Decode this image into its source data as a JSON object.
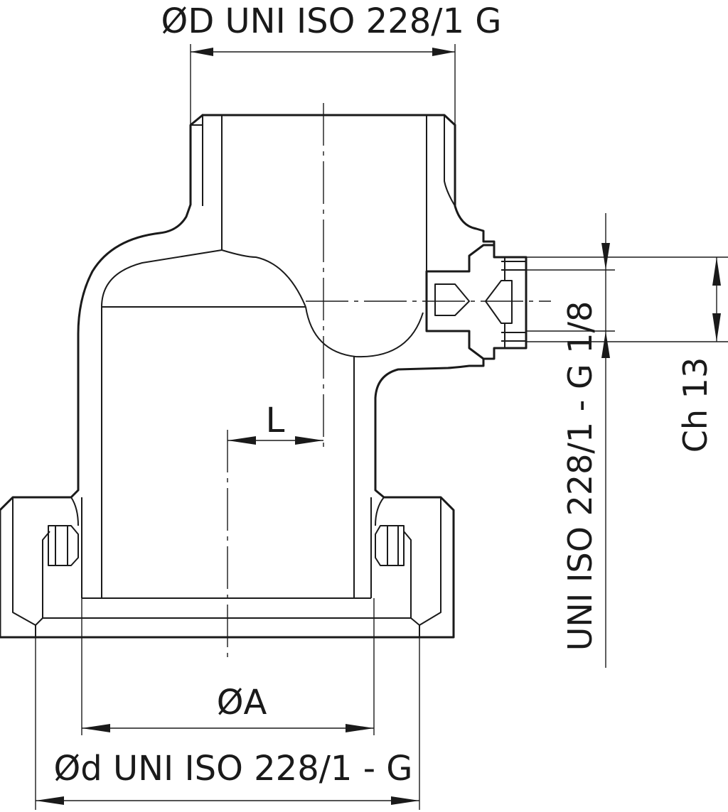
{
  "labels": {
    "top_dimension": "ØD UNI ISO 228/1 G",
    "length": "L",
    "inner_diameter": "ØA",
    "bottom_dimension": "Ød UNI ISO 228/1 - G",
    "side_thread": "UNI ISO 228/1 - G 1/8",
    "hex_size": "Ch 13"
  },
  "colors": {
    "ink": "#1a1a1a",
    "background": "#ffffff"
  }
}
